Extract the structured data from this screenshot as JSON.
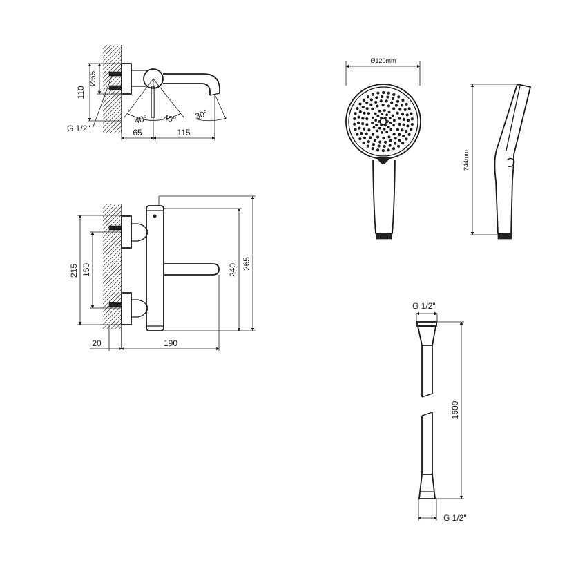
{
  "spout_view": {
    "dims": {
      "height": "110",
      "diameter": "Ø65",
      "thread": "G 1/2\"",
      "angle_left": "40°",
      "angle_right": "40°",
      "spout_angle": "30°",
      "wall_to_axis": "65",
      "axis_to_spout": "115"
    }
  },
  "mixer_front_view": {
    "dims": {
      "inlet_span": "215",
      "inlet_spacing": "150",
      "lever_height": "240",
      "total_height": "265",
      "wall_offset": "20",
      "lever_length": "190"
    }
  },
  "handshower_front": {
    "dims": {
      "head_diameter": "Ø120mm"
    },
    "spray_holes": {
      "rings": [
        {
          "radius": 6,
          "count": 6
        },
        {
          "radius": 11,
          "count": 10
        },
        {
          "radius": 16,
          "count": 14
        },
        {
          "radius": 24,
          "count": 18
        },
        {
          "radius": 30,
          "count": 24
        },
        {
          "radius": 36,
          "count": 28
        },
        {
          "radius": 42,
          "count": 34
        }
      ]
    }
  },
  "handshower_side": {
    "dims": {
      "length": "244mm"
    }
  },
  "hose": {
    "dims": {
      "top_thread": "G 1/2\"",
      "bottom_thread": "G 1/2\"",
      "length": "1600"
    }
  }
}
